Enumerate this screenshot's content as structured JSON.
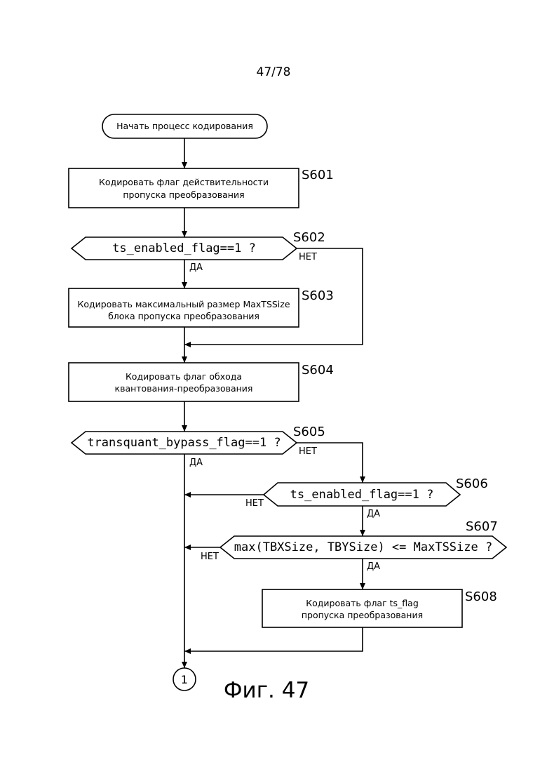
{
  "page_number": "47/78",
  "figure_caption": "Фиг. 47",
  "start": {
    "label": "Начать процесс кодирования"
  },
  "steps": {
    "s601": {
      "id": "S601",
      "line1": "Кодировать флаг действительности",
      "line2": "пропуска преобразования"
    },
    "s602": {
      "id": "S602",
      "condition": "ts_enabled_flag==1 ?",
      "yes": "ДА",
      "no": "НЕТ"
    },
    "s603": {
      "id": "S603",
      "line1": "Кодировать максимальный размер MaxTSSize",
      "line2": "блока пропуска преобразования"
    },
    "s604": {
      "id": "S604",
      "line1": "Кодировать флаг обхода",
      "line2": "квантования-преобразования"
    },
    "s605": {
      "id": "S605",
      "condition": "transquant_bypass_flag==1 ?",
      "yes": "ДА",
      "no": "НЕТ"
    },
    "s606": {
      "id": "S606",
      "condition": "ts_enabled_flag==1 ?",
      "yes": "ДА",
      "no": "НЕТ"
    },
    "s607": {
      "id": "S607",
      "condition": "max(TBXSize, TBYSize) <= MaxTSSize ?",
      "yes": "ДА",
      "no": "НЕТ"
    },
    "s608": {
      "id": "S608",
      "line1": "Кодировать флаг ts_flag",
      "line2": "пропуска преобразования"
    }
  },
  "connector": {
    "label": "1"
  }
}
